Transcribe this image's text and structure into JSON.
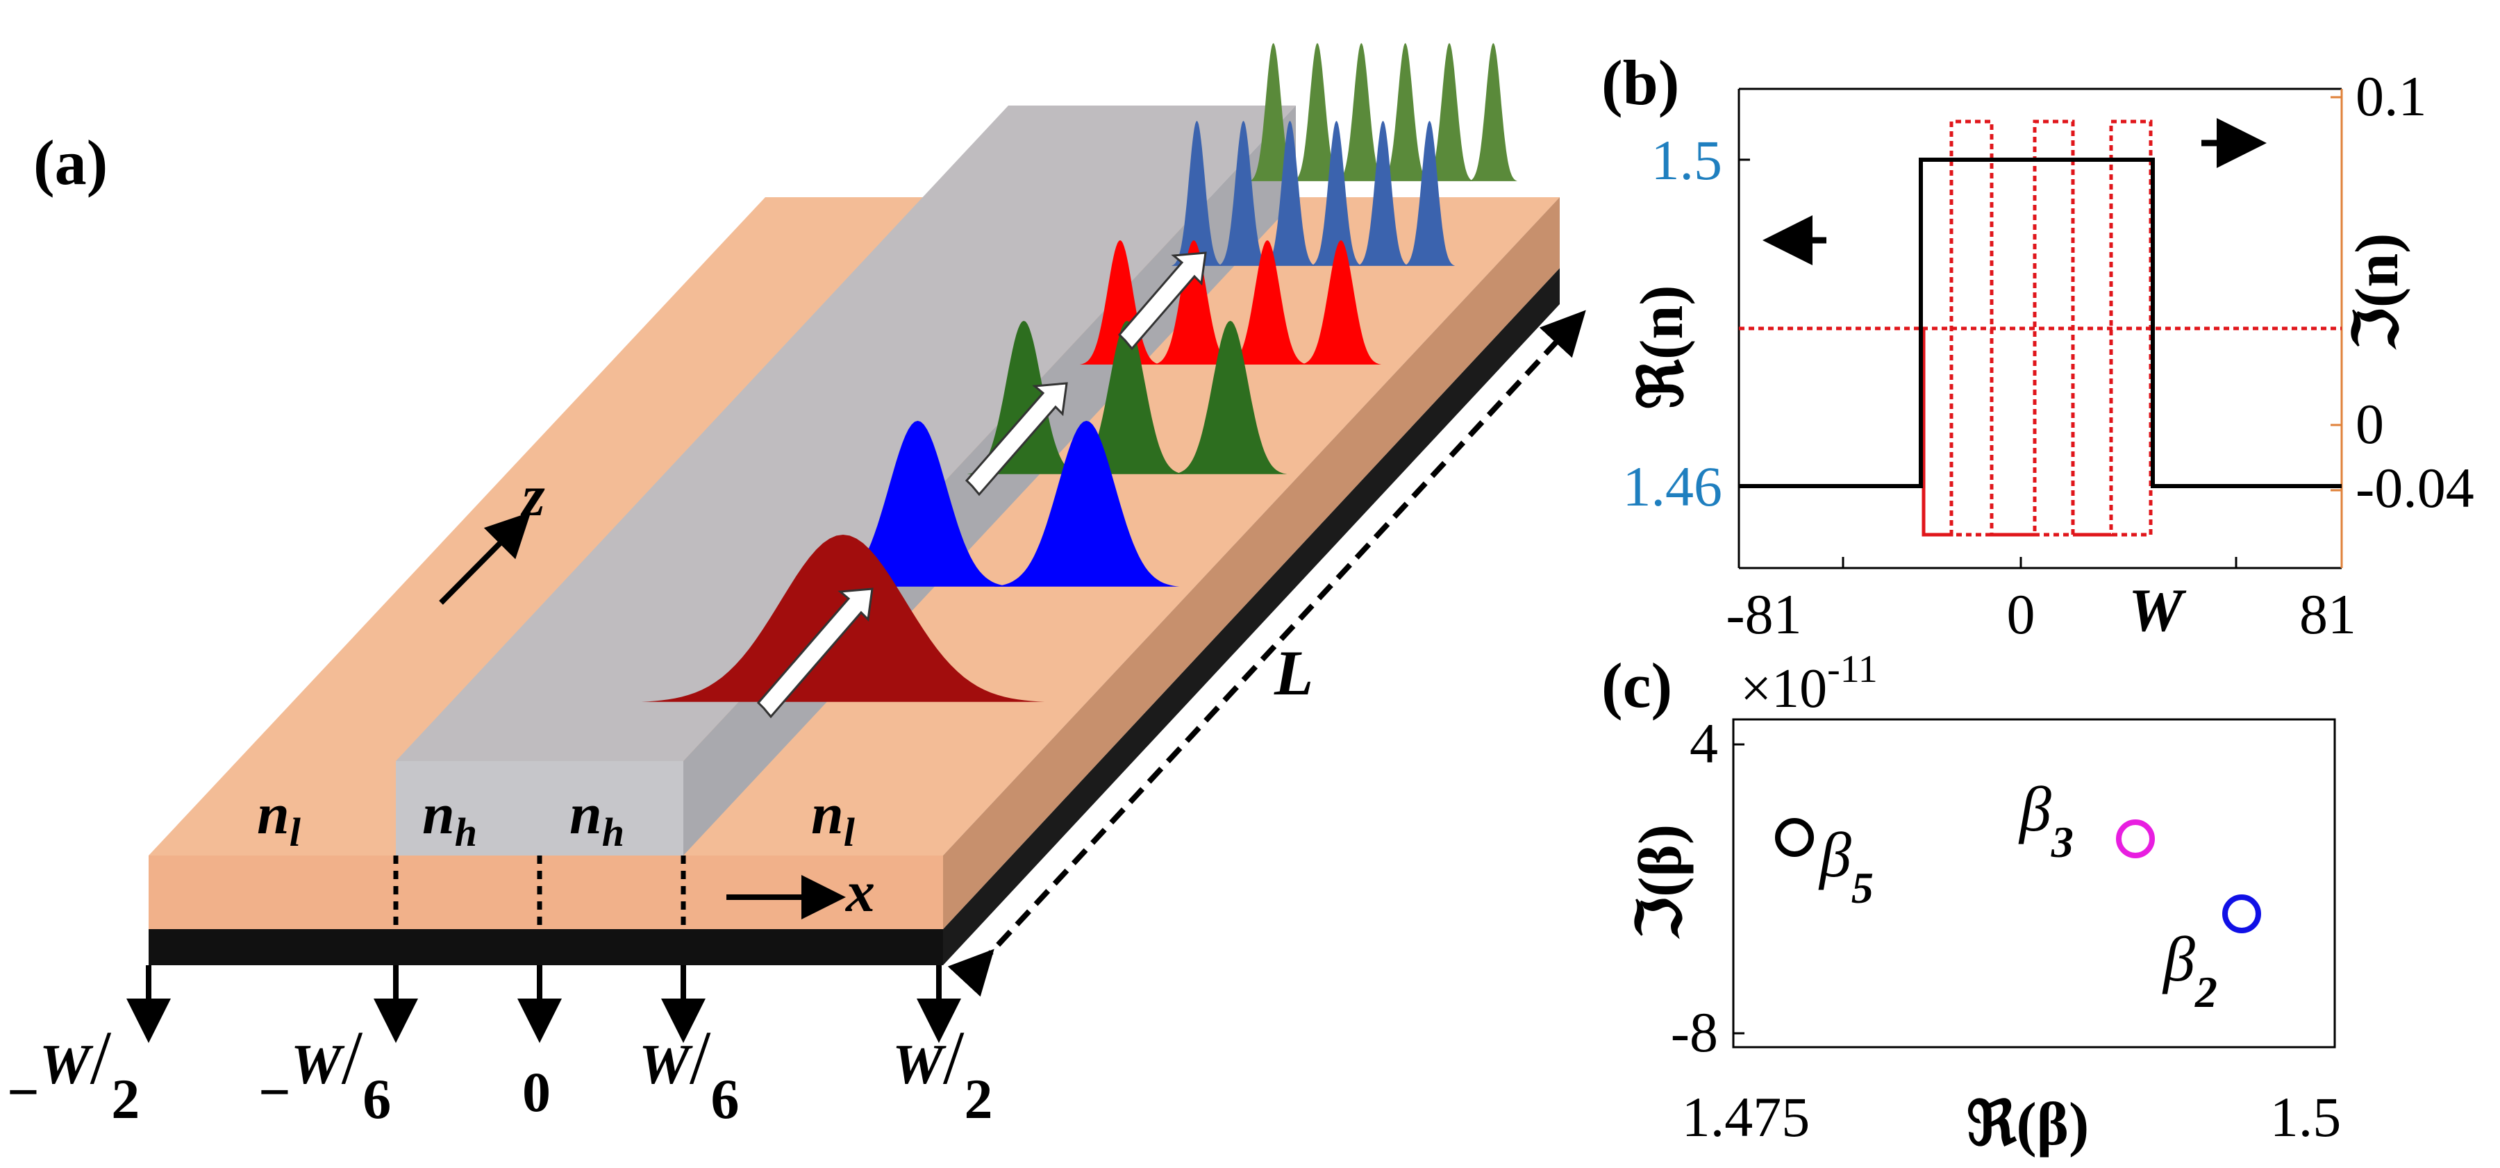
{
  "panel_a": {
    "label": "(a)",
    "left_region": "n",
    "left_region_sub": "l",
    "right_region": "n",
    "right_region_sub": "l",
    "core_left": "n",
    "core_left_sub": "h",
    "core_right": "n",
    "core_right_sub": "h",
    "z_axis": "z",
    "x_axis": "x",
    "length": "L",
    "ticks": [
      {
        "pre": "−",
        "num": "W",
        "den": "2"
      },
      {
        "pre": "−",
        "num": "W",
        "den": "6"
      },
      {
        "pre": "",
        "num": "0",
        "den": ""
      },
      {
        "pre": "",
        "num": "W",
        "den": "6"
      },
      {
        "pre": "",
        "num": "W",
        "den": "2"
      }
    ],
    "colors": {
      "cladding_top": "#f3bc96",
      "cladding_front": "#f1b18a",
      "cladding_side": "#c8906c",
      "substrate": "#111111",
      "core_top": "#bfbcbf",
      "core_front": "#c4c4c8",
      "core_side": "#a9a9ad"
    }
  },
  "panel_b": {
    "label": "(b)",
    "ylabel_left": "ℜ(n)",
    "ylabel_right": "ℑ(n)",
    "xlabel": "W",
    "left_ticks": [
      "1.5",
      "1.46"
    ],
    "right_ticks": [
      "0.1",
      "0",
      "-0.04"
    ],
    "x_ticks": [
      "-81",
      "0",
      "81"
    ],
    "left_tick_color": "#1f7fbf",
    "right_axis_color": "#e0823a",
    "real_color": "#000000",
    "imag_color": "#e0161b"
  },
  "panel_c": {
    "label": "(c)",
    "exponent": "×10",
    "exponent_power": "-11",
    "ylabel": "ℑ(β)",
    "xlabel": "ℜ(β)",
    "y_ticks": [
      "4",
      "-8"
    ],
    "x_ticks": [
      "1.475",
      "1.5"
    ],
    "points": [
      {
        "name": "β",
        "sub": "5",
        "color": "#000000"
      },
      {
        "name": "β",
        "sub": "3",
        "color": "#e81ee0"
      },
      {
        "name": "β",
        "sub": "2",
        "color": "#1010e6"
      }
    ]
  }
}
